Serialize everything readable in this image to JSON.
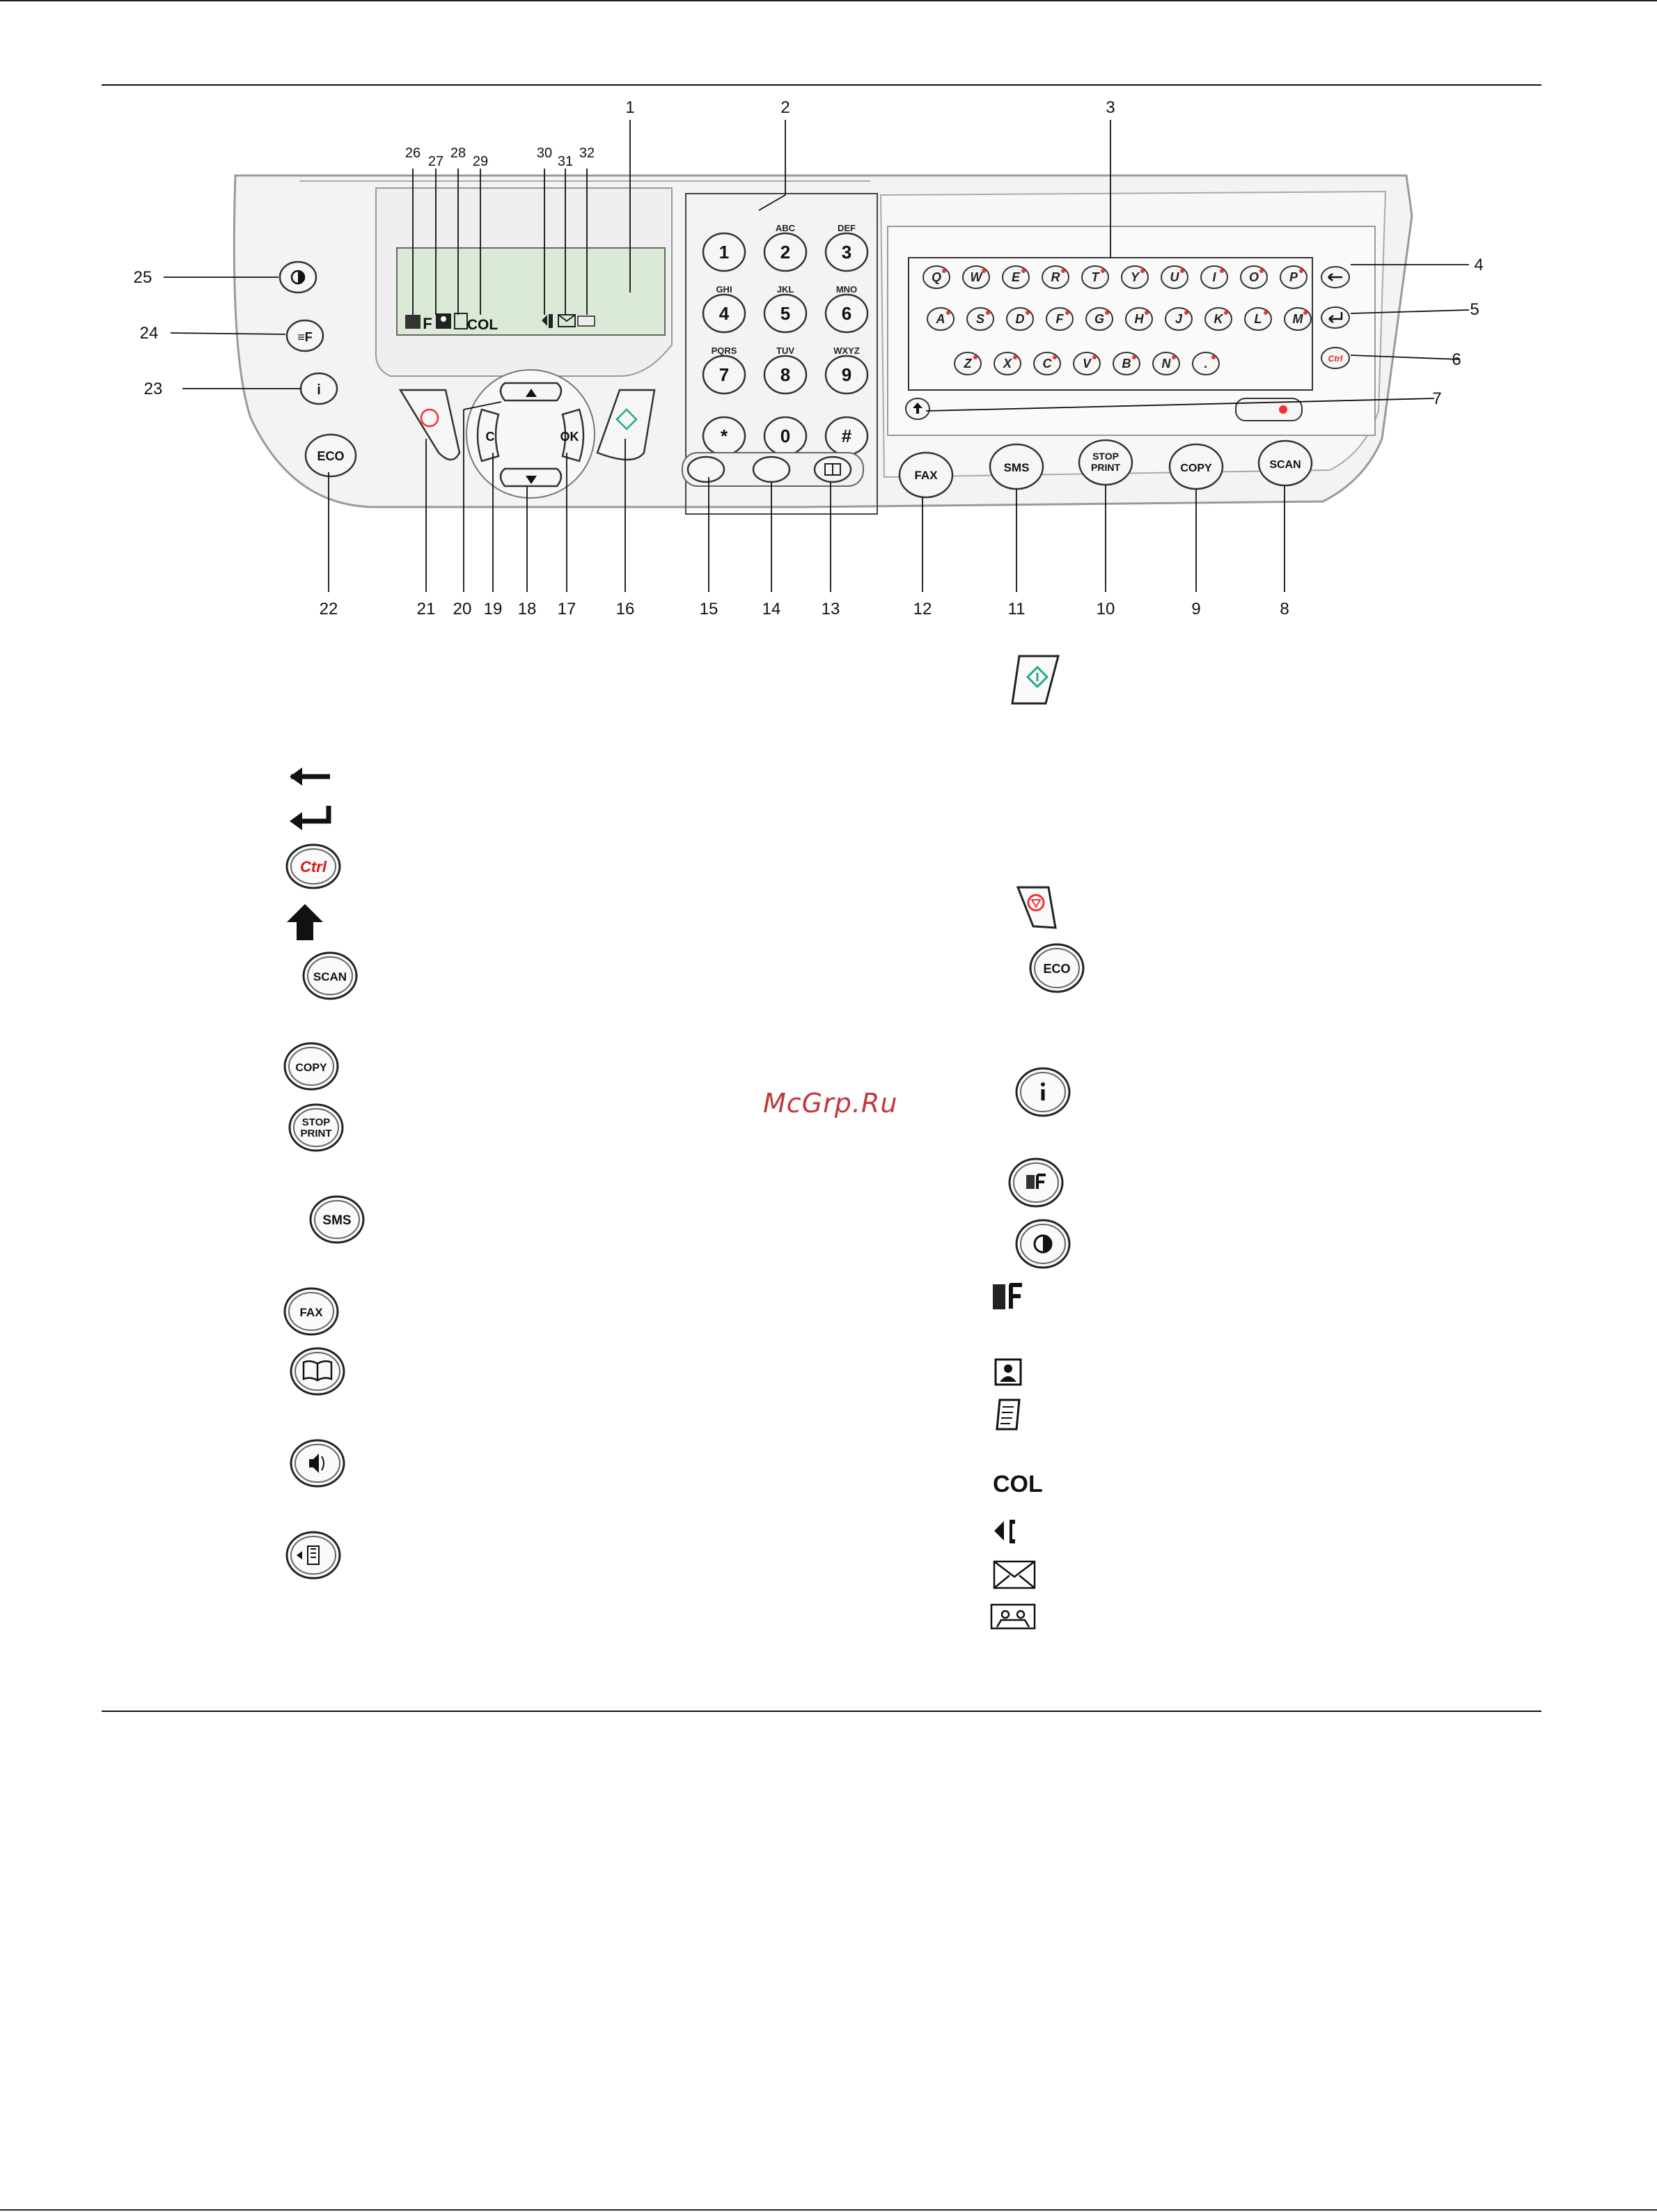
{
  "watermark": "McGrp.Ru",
  "panel": {
    "display_icons": {
      "col": "COL"
    },
    "keypad": {
      "keys": [
        {
          "digit": "1",
          "letters": ""
        },
        {
          "digit": "2",
          "letters": "ABC"
        },
        {
          "digit": "3",
          "letters": "DEF"
        },
        {
          "digit": "4",
          "letters": "GHI"
        },
        {
          "digit": "5",
          "letters": "JKL"
        },
        {
          "digit": "6",
          "letters": "MNO"
        },
        {
          "digit": "7",
          "letters": "PQRS"
        },
        {
          "digit": "8",
          "letters": "TUV"
        },
        {
          "digit": "9",
          "letters": "WXYZ"
        },
        {
          "digit": "*",
          "letters": ""
        },
        {
          "digit": "0",
          "letters": ""
        },
        {
          "digit": "#",
          "letters": ""
        }
      ]
    },
    "keyboard": {
      "row1": [
        "Q",
        "W",
        "E",
        "R",
        "T",
        "Y",
        "U",
        "I",
        "O",
        "P"
      ],
      "row2": [
        "A",
        "S",
        "D",
        "F",
        "G",
        "H",
        "J",
        "K",
        "L",
        "M"
      ],
      "row3": [
        "Z",
        "X",
        "C",
        "V",
        "B",
        "N",
        "."
      ]
    },
    "buttons": {
      "eco": "ECO",
      "fax": "FAX",
      "sms": "SMS",
      "stop": "STOP",
      "print": "PRINT",
      "copy": "COPY",
      "scan": "SCAN",
      "ctrl": "Ctrl",
      "c": "C",
      "ok": "OK"
    },
    "callouts": {
      "top": [
        "1",
        "2",
        "3"
      ],
      "display": [
        "26",
        "27",
        "28",
        "29",
        "30",
        "31",
        "32"
      ],
      "right": [
        "4",
        "5",
        "6",
        "7"
      ],
      "left": [
        "25",
        "24",
        "23"
      ],
      "bottom": [
        "22",
        "21",
        "20",
        "19",
        "18",
        "17",
        "16",
        "15",
        "14",
        "13",
        "12",
        "11",
        "10",
        "9",
        "8"
      ]
    }
  },
  "legend": {
    "ctrl": "Ctrl",
    "scan": "SCAN",
    "copy": "COPY",
    "stop": "STOP",
    "print": "PRINT",
    "sms": "SMS",
    "fax": "FAX",
    "eco": "ECO",
    "col": "COL"
  }
}
